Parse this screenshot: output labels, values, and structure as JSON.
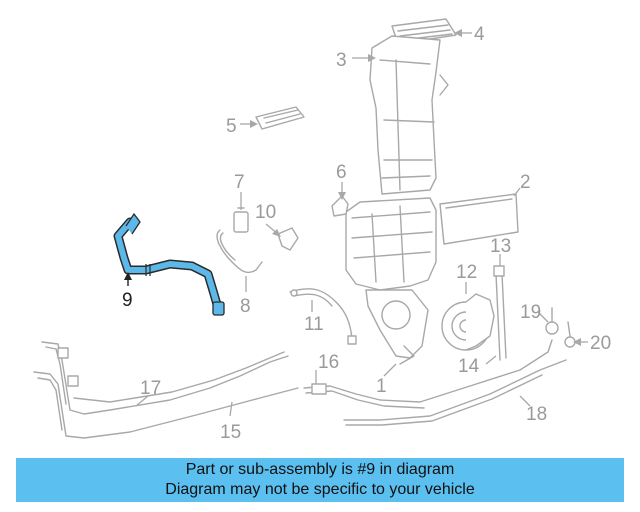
{
  "diagram": {
    "highlighted_part": "9",
    "highlight_color": "#5bb8e8",
    "labels": {
      "p1": "1",
      "p2": "2",
      "p3": "3",
      "p4": "4",
      "p5": "5",
      "p6": "6",
      "p7": "7",
      "p8": "8",
      "p9": "9",
      "p10": "10",
      "p11": "11",
      "p12": "12",
      "p13": "13",
      "p14": "14",
      "p15": "15",
      "p16": "16",
      "p17": "17",
      "p18": "18",
      "p19": "19",
      "p20": "20"
    }
  },
  "footer": {
    "line1": "Part or sub-assembly is #9 in diagram",
    "line2": "Diagram may not be specific to your vehicle",
    "background": "#5bbff0"
  }
}
